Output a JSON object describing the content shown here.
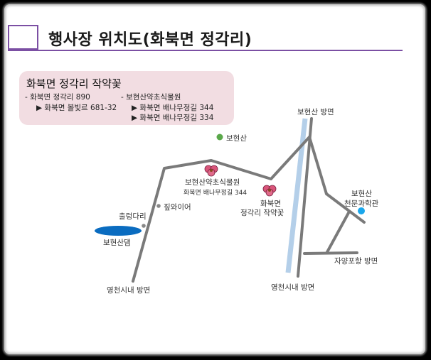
{
  "slide": {
    "title": "행사장 위치도(화북면 정각리)",
    "accent_color": "#7b4fa3"
  },
  "info_box": {
    "heading": "화북면 정각리 작약꽃",
    "left_item": "- 화북면 정각리 890",
    "left_sub": "▶ 화북면 볼빛르 681-32",
    "right_item": "- 보현산약초식물원",
    "right_sub_1": "▶ 화북면 배나무정길 344",
    "right_sub_2": "▶ 화북면 배나무정길 334",
    "background_color": "#f2dde2"
  },
  "map": {
    "labels": {
      "bohyeonsan_direction": "보현산 방면",
      "bohyeonsan": "보현산",
      "garden_name": "보현산약초식물원",
      "garden_address": "화북면 배나무정길 344",
      "peony_field_line1": "화북면",
      "peony_field_line2": "정각리 작약꽃",
      "observatory_line1": "보현산",
      "observatory_line2": "천문과학관",
      "zipwire": "짚와이어",
      "chulleong_bridge": "출렁다리",
      "bohyeonsan_dam": "보현산댐",
      "yeongcheon_left": "영천시내 방면",
      "yeongcheon_right": "영천시내 방면",
      "jayang_pohang": "자양포항 방면"
    },
    "colors": {
      "road": "#7a7a7a",
      "river": "#b4cfe9",
      "dam": "#0a6cc0",
      "mountain_marker": "#5aa84a",
      "observatory_marker": "#1aa7ec",
      "flower_marker": "#d9557a"
    }
  }
}
